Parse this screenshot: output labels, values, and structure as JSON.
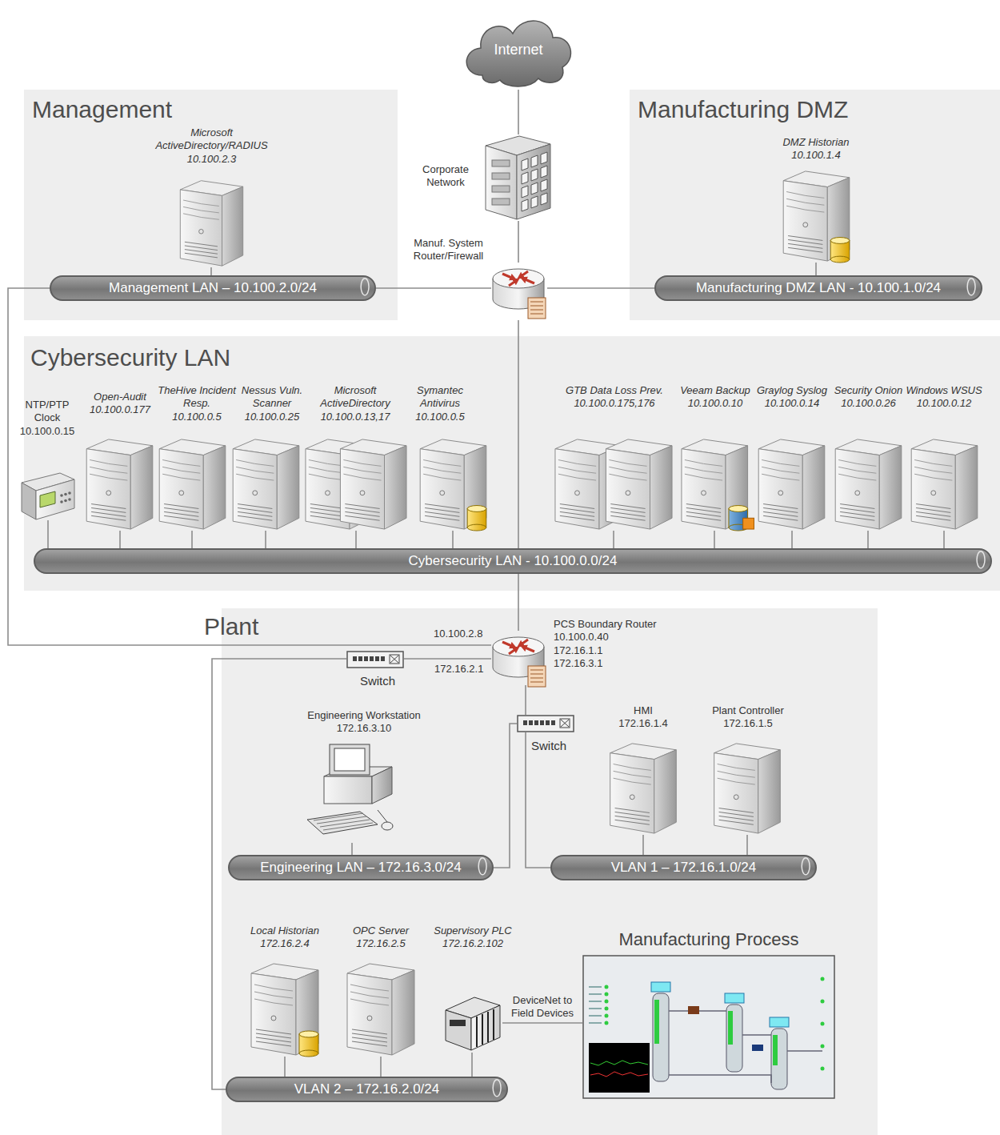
{
  "diagram": {
    "nodes": [
      {
        "text": [
          "Internet"
        ]
      },
      {
        "text": [
          "Corporate Network"
        ]
      },
      {
        "text": [
          "Manuf. System Router/Firewall"
        ]
      },
      {
        "text": [
          "Management"
        ]
      },
      {
        "text": [
          "Microsoft ActiveDirectory/RADIUS",
          "10.100.2.3"
        ],
        "in": 3
      },
      {
        "text": [
          "Management LAN – 10.100.2.0/24"
        ],
        "in": 3
      },
      {
        "text": [
          "Manufacturing DMZ"
        ]
      },
      {
        "text": [
          "DMZ Historian",
          "10.100.1.4"
        ],
        "in": 6
      },
      {
        "text": [
          "Manufacturing DMZ LAN - 10.100.1.0/24"
        ],
        "in": 6
      },
      {
        "text": [
          "Cybersecurity LAN"
        ]
      },
      {
        "text": [
          "NTP/PTP Clock",
          "10.100.0.15"
        ],
        "in": 9
      },
      {
        "text": [
          "Open-Audit",
          "10.100.0.177"
        ],
        "in": 9
      },
      {
        "text": [
          "TheHive Incident Resp.",
          "10.100.0.5"
        ],
        "in": 9
      },
      {
        "text": [
          "Nessus Vuln. Scanner",
          "10.100.0.25"
        ],
        "in": 9
      },
      {
        "text": [
          "Microsoft ActiveDirectory",
          "10.100.0.13,17"
        ],
        "in": 9
      },
      {
        "text": [
          "Symantec Antivirus",
          "10.100.0.5"
        ],
        "in": 9
      },
      {
        "text": [
          "GTB Data Loss Prev.",
          "10.100.0.175,176"
        ],
        "in": 9
      },
      {
        "text": [
          "Veeam Backup",
          "10.100.0.10"
        ],
        "in": 9
      },
      {
        "text": [
          "Graylog Syslog",
          "10.100.0.14"
        ],
        "in": 9
      },
      {
        "text": [
          "Security Onion",
          "10.100.0.26"
        ],
        "in": 9
      },
      {
        "text": [
          "Windows WSUS",
          "10.100.0.12"
        ],
        "in": 9
      },
      {
        "text": [
          "Cybersecurity LAN - 10.100.0.0/24"
        ],
        "in": 9
      },
      {
        "text": [
          "Plant"
        ]
      },
      {
        "text": [
          "PCS Boundary Router",
          "10.100.0.40 172.16.1.1 172.16.3.1"
        ],
        "in": 22
      },
      {
        "text": [
          "Switch"
        ],
        "in": 22
      },
      {
        "text": [
          "Switch"
        ],
        "in": 22
      },
      {
        "text": [
          "Engineering Workstation",
          "172.16.3.10"
        ],
        "in": 22
      },
      {
        "text": [
          "HMI",
          "172.16.1.4"
        ],
        "in": 22
      },
      {
        "text": [
          "Plant Controller",
          "172.16.1.5"
        ],
        "in": 22
      },
      {
        "text": [
          "Engineering LAN – 172.16.3.0/24"
        ],
        "in": 22
      },
      {
        "text": [
          "VLAN 1 – 172.16.1.0/24"
        ],
        "in": 22
      },
      {
        "text": [
          "Local Historian",
          "172.16.2.4"
        ],
        "in": 22
      },
      {
        "text": [
          "OPC Server",
          "172.16.2.5"
        ],
        "in": 22
      },
      {
        "text": [
          "Supervisory PLC",
          "172.16.2.102"
        ],
        "in": 22
      },
      {
        "text": [
          "Manufacturing Process"
        ],
        "in": 22
      },
      {
        "text": [
          "VLAN 2 – 172.16.2.0/24"
        ],
        "in": 22
      }
    ],
    "edges": [
      {
        "from": 0,
        "to": 1,
        "arrow": "none"
      },
      {
        "from": 1,
        "to": 2,
        "arrow": "none"
      },
      {
        "from": 2,
        "to": 5,
        "arrow": "none"
      },
      {
        "from": 2,
        "to": 8,
        "arrow": "none"
      },
      {
        "from": 2,
        "to": 21,
        "arrow": "none"
      },
      {
        "from": 4,
        "to": 5,
        "arrow": "none"
      },
      {
        "from": 7,
        "to": 8,
        "arrow": "none"
      },
      {
        "from": 10,
        "to": 21,
        "arrow": "none"
      },
      {
        "from": 11,
        "to": 21,
        "arrow": "none"
      },
      {
        "from": 12,
        "to": 21,
        "arrow": "none"
      },
      {
        "from": 13,
        "to": 21,
        "arrow": "none"
      },
      {
        "from": 14,
        "to": 21,
        "arrow": "none"
      },
      {
        "from": 15,
        "to": 21,
        "arrow": "none"
      },
      {
        "from": 16,
        "to": 21,
        "arrow": "none"
      },
      {
        "from": 17,
        "to": 21,
        "arrow": "none"
      },
      {
        "from": 18,
        "to": 21,
        "arrow": "none"
      },
      {
        "from": 19,
        "to": 21,
        "arrow": "none"
      },
      {
        "from": 20,
        "to": 21,
        "arrow": "none"
      },
      {
        "from": 21,
        "to": 23,
        "arrow": "none"
      },
      {
        "from": 5,
        "to": 23,
        "arrow": "none"
      },
      {
        "from": 23,
        "to": 24,
        "arrow": "none"
      },
      {
        "from": 24,
        "to": 35,
        "arrow": "none"
      },
      {
        "from": 23,
        "to": 25,
        "arrow": "none"
      },
      {
        "from": 25,
        "to": 29,
        "arrow": "none"
      },
      {
        "from": 25,
        "to": 30,
        "arrow": "none"
      },
      {
        "from": 26,
        "to": 29,
        "arrow": "none"
      },
      {
        "from": 27,
        "to": 30,
        "arrow": "none"
      },
      {
        "from": 28,
        "to": 30,
        "arrow": "none"
      },
      {
        "from": 31,
        "to": 35,
        "arrow": "none"
      },
      {
        "from": 32,
        "to": 35,
        "arrow": "none"
      },
      {
        "from": 33,
        "to": 35,
        "arrow": "none"
      },
      {
        "from": 33,
        "to": 34,
        "label": "DeviceNet to Field Devices",
        "arrow": "none"
      }
    ],
    "labels": [
      "10.100.2.8",
      "172.16.2.1"
    ]
  }
}
